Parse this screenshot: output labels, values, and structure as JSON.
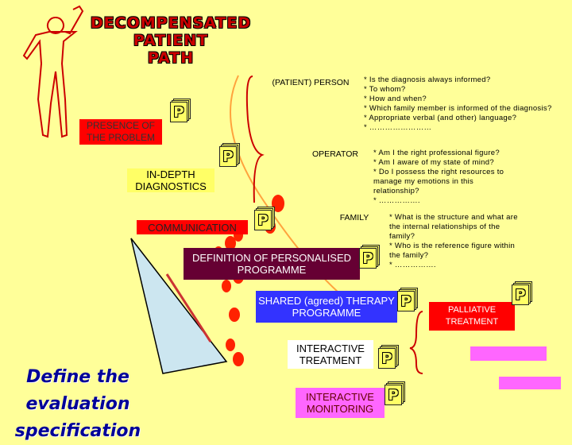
{
  "title": {
    "line1": "DECOMPENSATED",
    "line2": "PATIENT",
    "line3": "PATH"
  },
  "steps": {
    "presence": "PRESENCE OF THE PROBLEM",
    "diagnostics": "IN-DEPTH DIAGNOSTICS",
    "communication": "COMMUNICATION",
    "definition": "DEFINITION OF PERSONALISED PROGRAMME",
    "shared": "SHARED (agreed) THERAPY PROGRAMME",
    "interactive_treatment": "INTERACTIVE TREATMENT",
    "interactive_monitoring": "INTERACTIVE MONITORING",
    "palliative": "PALLIATIVE TREATMENT"
  },
  "actors": {
    "patient": "(PATIENT) PERSON",
    "operator": "OPERATOR",
    "family": "FAMILY"
  },
  "notes": {
    "patient": [
      "* Is the diagnosis always informed?",
      "* To whom?",
      "* How and when?",
      "* Which family member is informed of the diagnosis?",
      "* Appropriate verbal (and other) language?",
      "* ……………………"
    ],
    "operator": [
      "* Am I the right professional figure?",
      "* Am I aware of my state of mind?",
      "* Do I possess the right resources to",
      "manage my emotions in this",
      "relationship?",
      "* ……………."
    ],
    "family": [
      "* What is the structure and what are",
      "the internal relationships of the",
      "family?",
      "* Who is the reference figure within",
      "the family?",
      "* ……………."
    ]
  },
  "badge_letter": "P",
  "footer": {
    "line1": "Define the evaluation",
    "line2": "specification"
  },
  "colors": {
    "background": "#ffff99",
    "accent_red": "#ff0000",
    "blue": "#3333ff",
    "pink": "#ff66ff",
    "lightblue": "#cce6f0"
  }
}
